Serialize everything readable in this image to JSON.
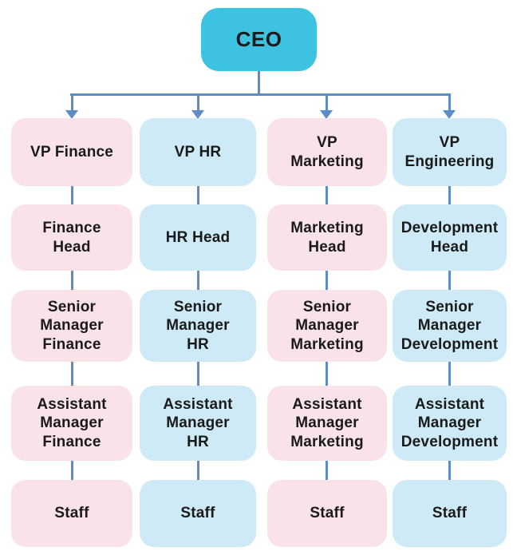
{
  "colors": {
    "ceo_fill": "#3dc2e2",
    "pink_fill": "#fae2e9",
    "blue_fill": "#cdeaf6",
    "connector": "#5d8cc7",
    "text": "#1a1a1a"
  },
  "ceo": {
    "label": "CEO"
  },
  "columns": [
    {
      "name": "finance",
      "tint": "pink",
      "levels": [
        {
          "label": "VP Finance"
        },
        {
          "label": "Finance\nHead"
        },
        {
          "label": "Senior\nManager\nFinance"
        },
        {
          "label": "Assistant\nManager\nFinance"
        },
        {
          "label": "Staff"
        }
      ]
    },
    {
      "name": "hr",
      "tint": "blue",
      "levels": [
        {
          "label": "VP HR"
        },
        {
          "label": "HR Head"
        },
        {
          "label": "Senior\nManager\nHR"
        },
        {
          "label": "Assistant\nManager\nHR"
        },
        {
          "label": "Staff"
        }
      ]
    },
    {
      "name": "marketing",
      "tint": "pink",
      "levels": [
        {
          "label": "VP\nMarketing"
        },
        {
          "label": "Marketing\nHead"
        },
        {
          "label": "Senior\nManager\nMarketing"
        },
        {
          "label": "Assistant\nManager\nMarketing"
        },
        {
          "label": "Staff"
        }
      ]
    },
    {
      "name": "engineering",
      "tint": "blue",
      "levels": [
        {
          "label": "VP\nEngineering"
        },
        {
          "label": "Development\nHead"
        },
        {
          "label": "Senior\nManager\nDevelopment"
        },
        {
          "label": "Assistant\nManager\nDevelopment"
        },
        {
          "label": "Staff"
        }
      ]
    }
  ]
}
